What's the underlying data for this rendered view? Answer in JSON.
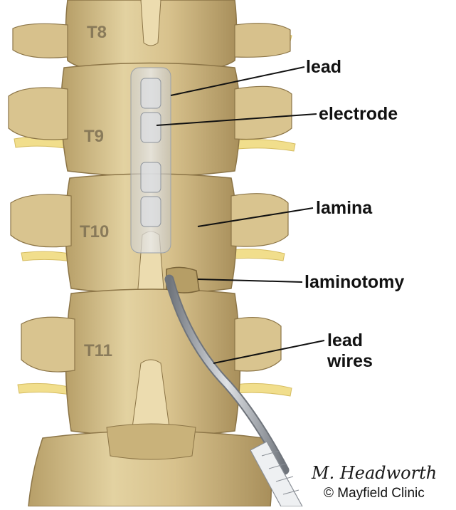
{
  "vertebrae": [
    "T8",
    "T9",
    "T10",
    "T11"
  ],
  "labels": {
    "lead": "lead",
    "electrode": "electrode",
    "lamina": "lamina",
    "laminotomy": "laminotomy",
    "lead_wires_line1": "lead",
    "lead_wires_line2": "wires"
  },
  "credit": {
    "signature": "M. Headworth",
    "copyright": "© Mayfield Clinic"
  },
  "colors": {
    "bone": "#d9c48f",
    "bone_shadow": "#a68f5c",
    "bone_highlight": "#ecdcaf",
    "nerve": "#f0dc8a",
    "lead_overlay": "#cfd3d8",
    "wire": "#8a8f96"
  }
}
